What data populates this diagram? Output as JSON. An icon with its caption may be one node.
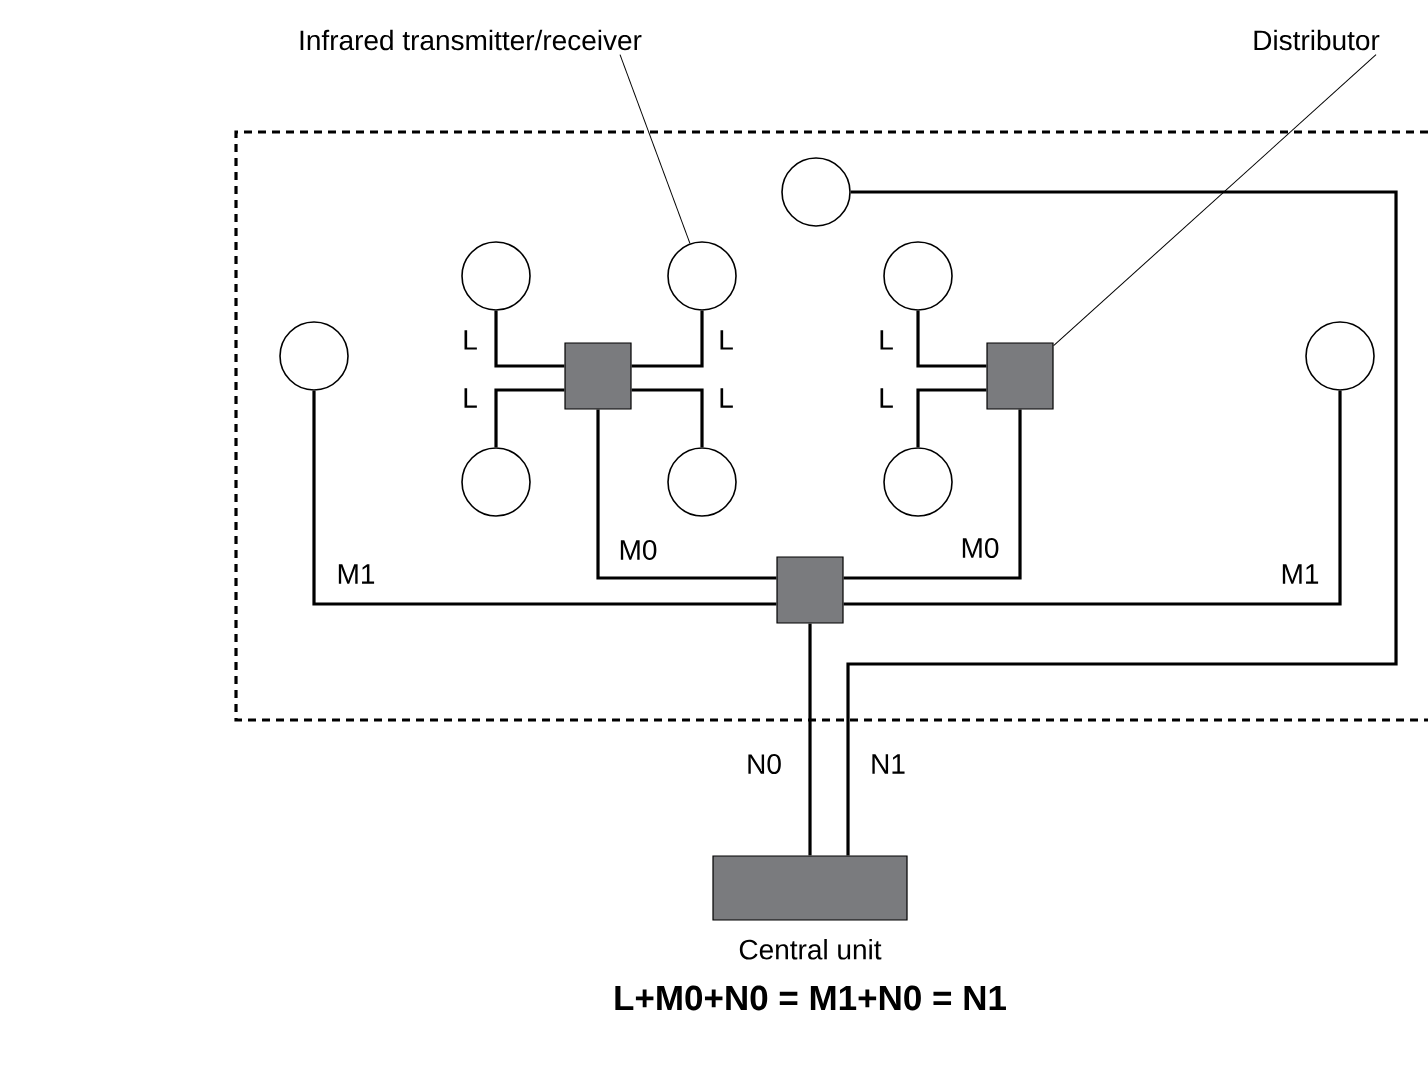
{
  "diagram": {
    "caption": "L+M0+N0 = M1+N0 = N1",
    "nodes": [
      {
        "text": [
          "Infrared transmitter/receiver"
        ]
      },
      {
        "text": [
          "Distributor"
        ]
      },
      {
        "text": [],
        "shape": "circle"
      },
      {
        "text": [],
        "shape": "circle"
      },
      {
        "text": [],
        "shape": "circle"
      },
      {
        "text": [],
        "shape": "circle"
      },
      {
        "text": [],
        "shape": "circle"
      },
      {
        "text": [],
        "shape": "circle"
      },
      {
        "text": [],
        "shape": "box"
      },
      {
        "text": [],
        "shape": "box"
      },
      {
        "text": [],
        "shape": "circle"
      },
      {
        "text": [],
        "shape": "circle"
      },
      {
        "text": [],
        "shape": "circle"
      },
      {
        "text": [],
        "shape": "box"
      },
      {
        "text": [
          "Central unit"
        ]
      }
    ],
    "edges": [
      {
        "from": 0,
        "to": 4,
        "arrow": "none"
      },
      {
        "from": 1,
        "to": 9,
        "arrow": "none"
      },
      {
        "from": 8,
        "to": 3,
        "arrow": "none",
        "label": "L"
      },
      {
        "from": 8,
        "to": 4,
        "arrow": "none",
        "label": "L"
      },
      {
        "from": 8,
        "to": 10,
        "arrow": "none",
        "label": "L"
      },
      {
        "from": 8,
        "to": 11,
        "arrow": "none",
        "label": "L"
      },
      {
        "from": 9,
        "to": 5,
        "arrow": "none",
        "label": "L"
      },
      {
        "from": 9,
        "to": 12,
        "arrow": "none",
        "label": "L"
      },
      {
        "from": 8,
        "to": 13,
        "arrow": "none",
        "label": "M0"
      },
      {
        "from": 9,
        "to": 13,
        "arrow": "none",
        "label": "M0"
      },
      {
        "from": 6,
        "to": 13,
        "arrow": "none",
        "label": "M1"
      },
      {
        "from": 7,
        "to": 13,
        "arrow": "none",
        "label": "M1"
      },
      {
        "from": 13,
        "to": 14,
        "arrow": "none",
        "label": "N0"
      },
      {
        "from": 2,
        "to": 14,
        "arrow": "none",
        "label": "N1"
      }
    ]
  }
}
